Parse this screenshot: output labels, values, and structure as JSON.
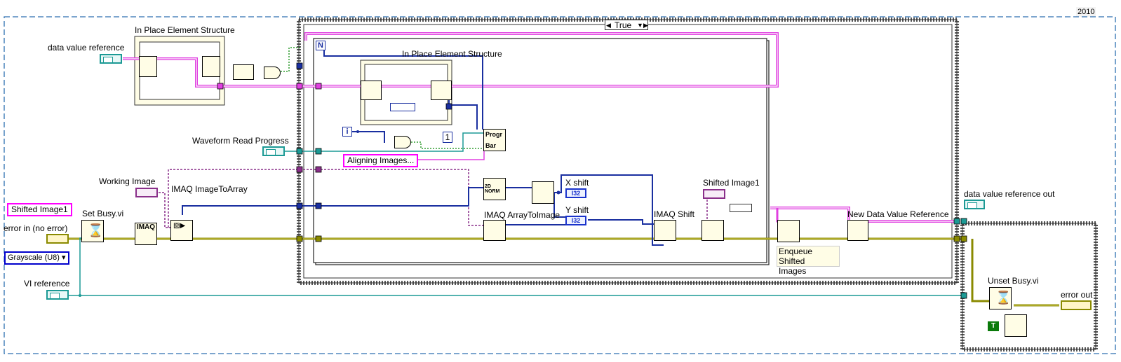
{
  "version": "2010",
  "case_selector": {
    "value": "True"
  },
  "inputs": {
    "data_value_reference": "data value reference",
    "shifted_image1_const": "Shifted Image1",
    "error_in": "error in (no error)",
    "grayscale_enum": "Grayscale (U8)",
    "vi_reference": "VI reference",
    "working_image": "Working Image",
    "waveform_read_progress": "Waveform Read Progress"
  },
  "structures": {
    "ipe_outer": "In Place Element Structure",
    "ipe_inner": "In Place Element Structure"
  },
  "nodes": {
    "set_busy": "Set Busy.vi",
    "imaq_image_to_array": "IMAQ ImageToArray",
    "imaq_array_to_image": "IMAQ ArrayToImage",
    "imaq_shift": "IMAQ Shift",
    "enqueue_line1": "Enqueue Shifted",
    "enqueue_line2": "Images",
    "new_dvr": "New Data Value Reference",
    "unset_busy": "Unset Busy.vi",
    "aligning_const": "Aligning Images...",
    "num_const": "1",
    "loop_count": "N",
    "loop_index": "i",
    "bool_const": "T",
    "progr_bar1": "Progr",
    "progr_bar2": "Bar",
    "imaq_label": "IMAQ"
  },
  "indicators": {
    "x_shift": "X shift",
    "y_shift": "Y shift",
    "shifted_image1": "Shifted Image1",
    "dvr_out": "data value reference out",
    "error_out": "error out",
    "i32": "I32"
  },
  "colors": {
    "refnum": "#1c9a95",
    "string": "#ff00ff",
    "integer": "#0000cc",
    "error_cluster": "#808000",
    "node_fill": "#fffde6"
  }
}
